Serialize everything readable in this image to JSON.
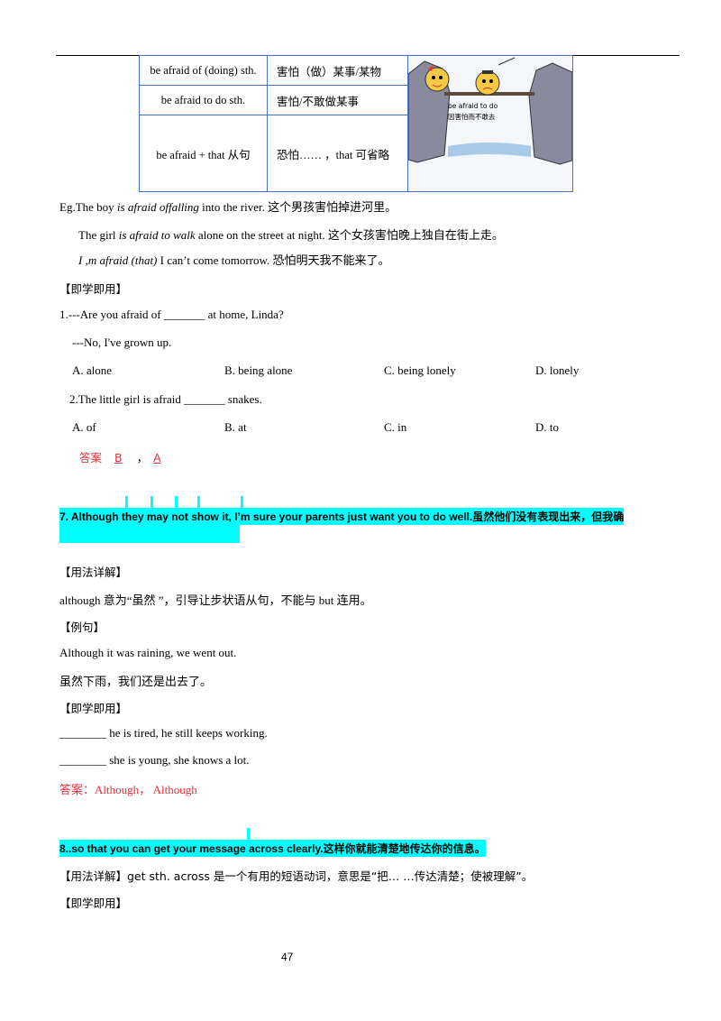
{
  "table": {
    "rows": [
      {
        "phrase": "be afraid of (doing) sth.",
        "meaning": "害怕（做）某事/某物"
      },
      {
        "phrase": "be afraid to do sth.",
        "meaning": "害怕/不敢做某事"
      },
      {
        "phrase": "be afraid + that 从句",
        "meaning": "恐怕…… ，that 可省略"
      }
    ],
    "image_caption_1": "be afraid to do",
    "image_caption_2": "因害怕而不敢去"
  },
  "examples_1": {
    "line1": {
      "prefix": "Eg.The boy ",
      "italic": "is afraid offalling",
      "suffix": " into the river.  这个男孩害怕掉进河里。"
    },
    "line2": {
      "prefix": "The girl ",
      "italic": "is afraid to walk",
      "suffix": " alone on the street at night.  这个女孩害怕晚上独自在街上走。"
    },
    "line3": {
      "italic": "I ,m afraid (that)",
      "suffix": " I can’t come tomorrow.  恐怕明天我不能来了。"
    }
  },
  "practice_1": {
    "heading": "【即学即用】",
    "q1": "1.---Are you afraid of _______ at home, Linda?",
    "q1_reply": "---No, I've grown up.",
    "q1_options": [
      "A. alone",
      "B. being alone",
      "C. being lonely",
      "D. lonely"
    ],
    "q2": "2.The little girl is afraid _______ snakes.",
    "q2_options": [
      "A. of",
      "B. at",
      "C. in",
      "D. to"
    ],
    "answer_label": "答案",
    "answer_1": "B",
    "answer_sep": "，",
    "answer_2": "A"
  },
  "section7": {
    "title": "7. Although they may not show it, I’m sure your parents just want you to do well.虽然他们没有表现出来，但我确",
    "usage_heading": "【用法详解】",
    "usage_text": "although 意为“虽然 ”，引导让步状语从句，不能与  but  连用。",
    "example_heading": "【例句】",
    "example_en": "Although it was raining, we went out.",
    "example_zh": "虽然下雨，我们还是出去了。",
    "practice_heading": "【即学即用】",
    "p1": "________ he is tired, he still keeps working.",
    "p2": "________ she is young, she knows a lot.",
    "answer": "答案：Although， Although"
  },
  "section8": {
    "title": "8..so that you can get your message across clearly.这样你就能清楚地传达你的信息。",
    "usage": "【用法详解】get sth. across 是一个有用的短语动词，意思是“把… …传达清楚；使被理解”。",
    "practice_heading": "【即学即用】"
  },
  "page_number": "47"
}
